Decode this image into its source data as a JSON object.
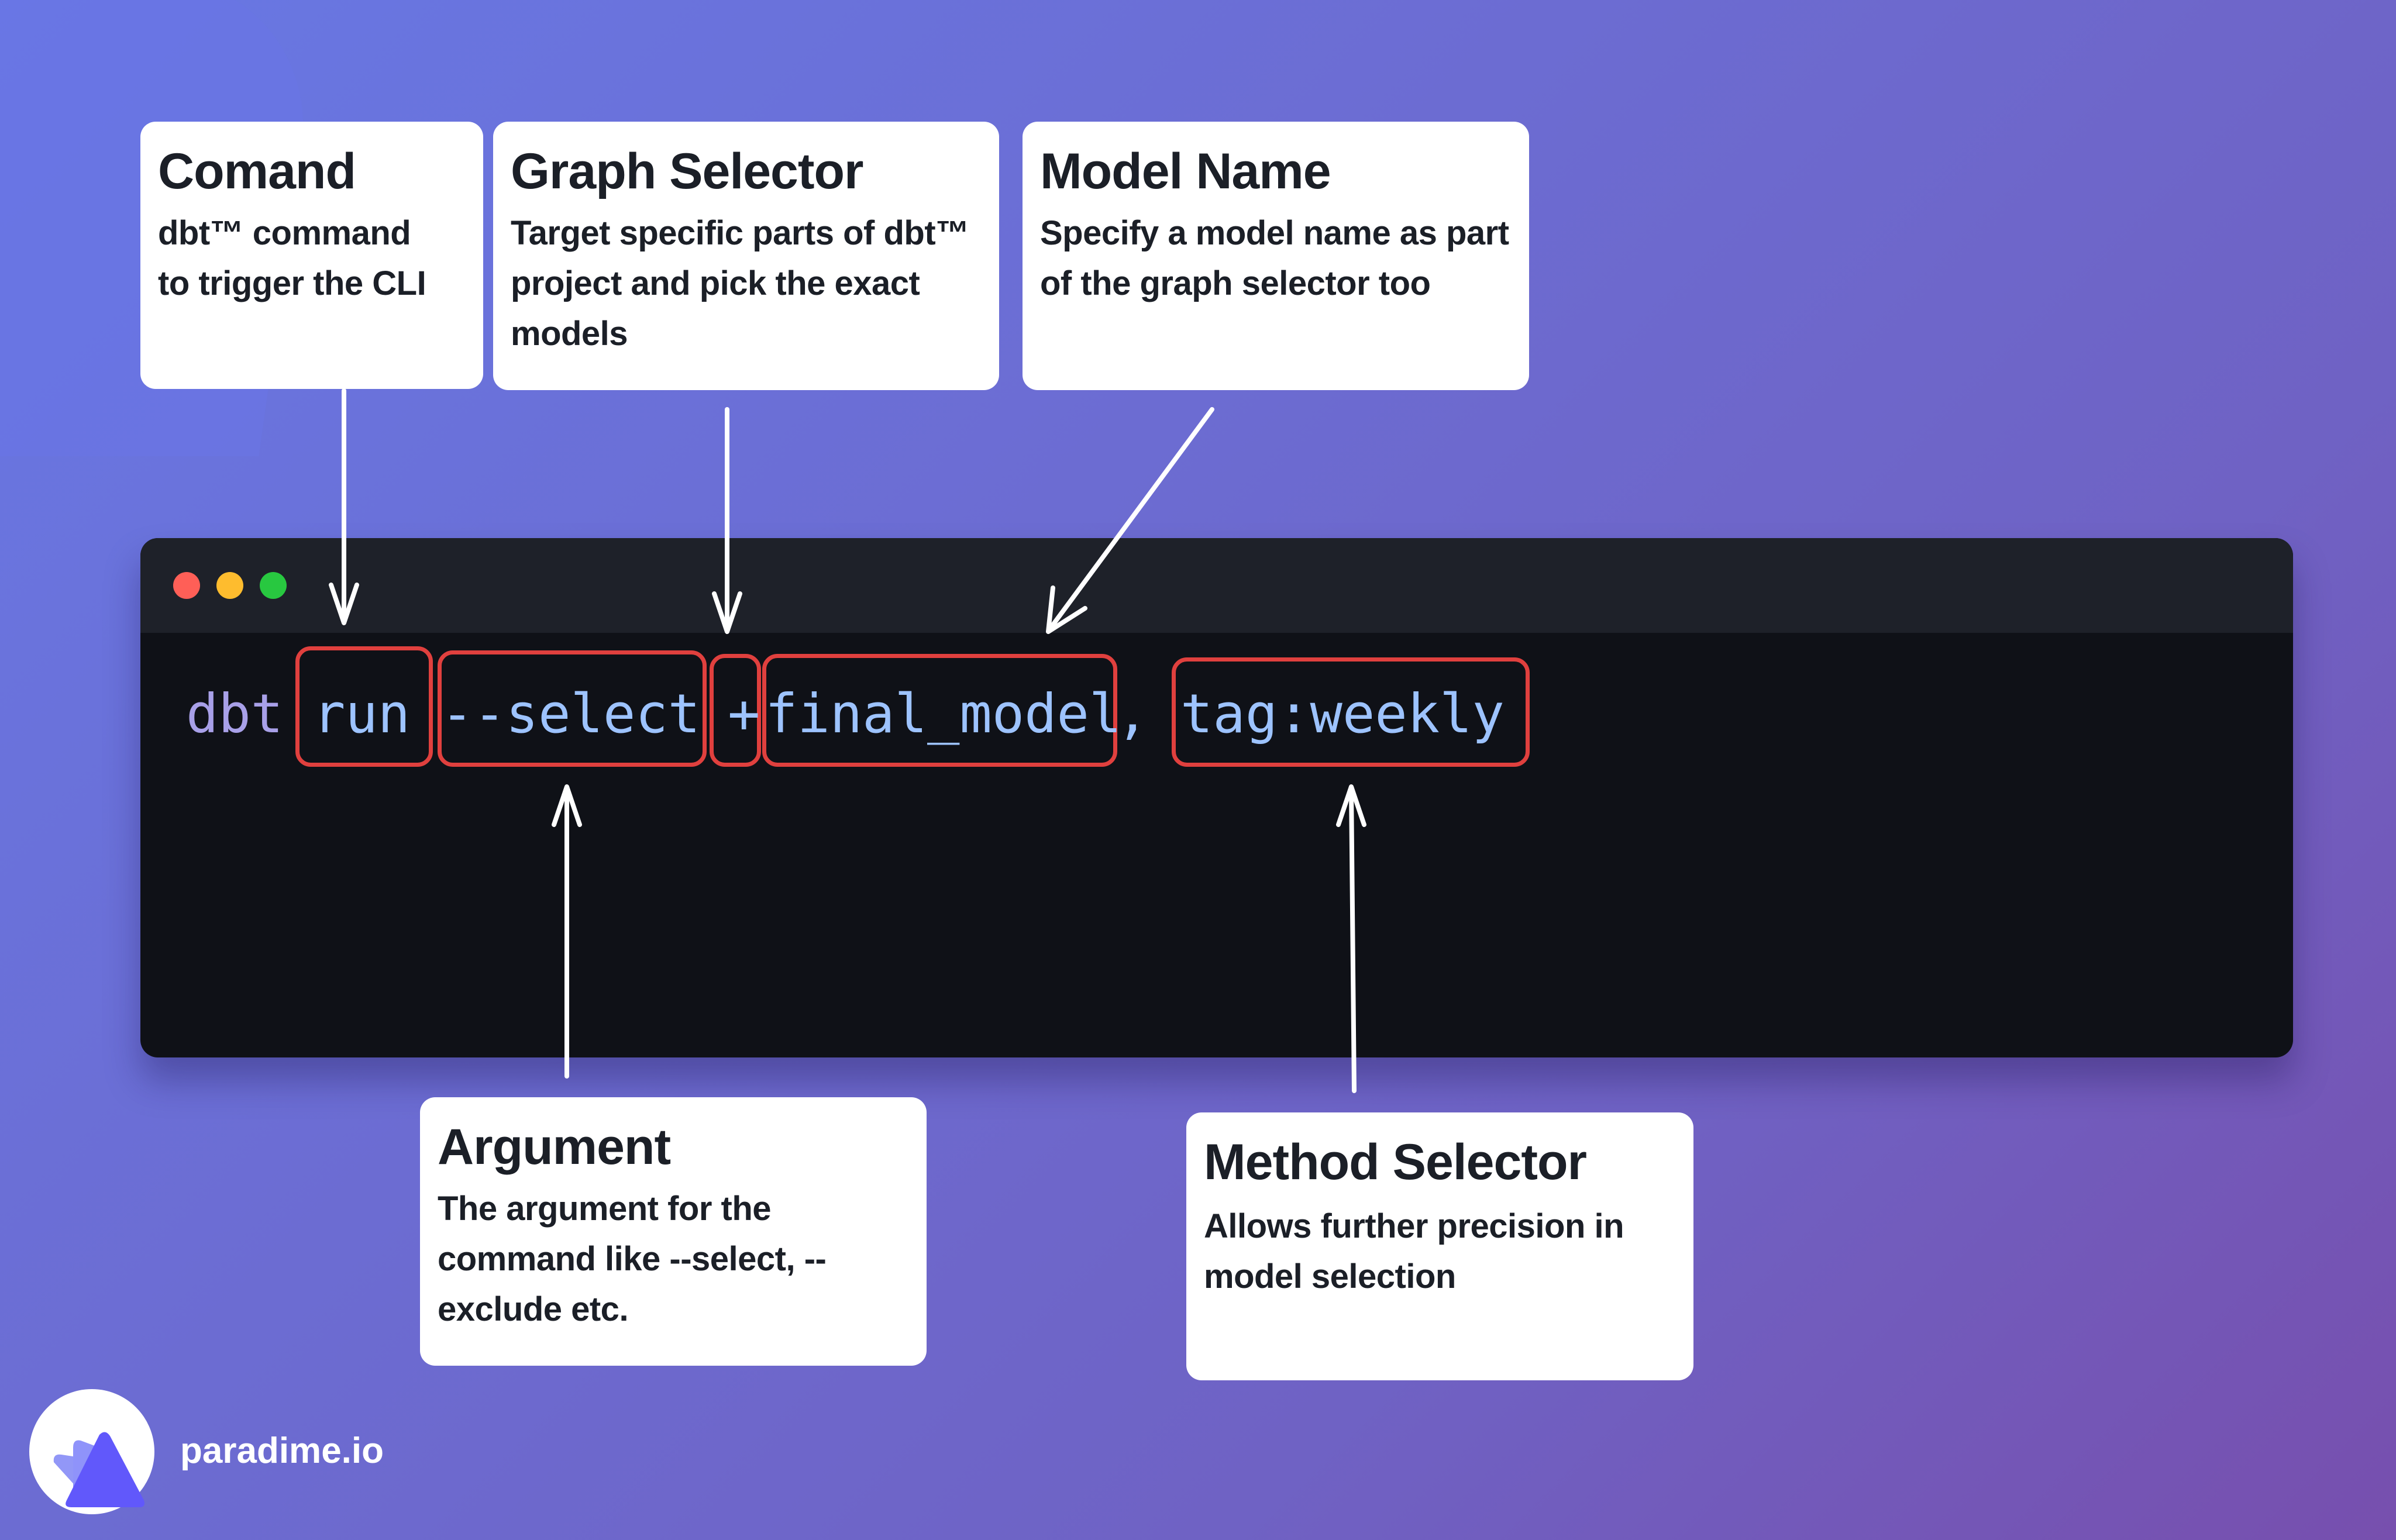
{
  "cards": {
    "command": {
      "title": "Comand",
      "body": "dbt™ command to trigger the CLI"
    },
    "graph_selector": {
      "title": "Graph Selector",
      "body": "Target specific parts of dbt™ project and pick the exact models"
    },
    "model_name": {
      "title": "Model Name",
      "body": "Specify a model name as part of the graph selector too"
    },
    "argument": {
      "title": "Argument",
      "body": "The argument for the command like --select, --exclude etc."
    },
    "method_selector": {
      "title": "Method Selector",
      "body": "Allows further precision in model selection"
    }
  },
  "terminal": {
    "window_dots": [
      "#ff5f57",
      "#febc2e",
      "#28c840"
    ],
    "command_tokens": {
      "dbt": "dbt",
      "run": "run",
      "select": "--select",
      "plus": "+",
      "model": "final_model",
      "comma": ",",
      "tag": "tag:weekly"
    },
    "colors": {
      "dbt": "#a8a0e8",
      "token": "#9dc3ff",
      "highlight": "#e0403e",
      "background": "#0f1117",
      "titlebar": "#1e2129"
    }
  },
  "footer": {
    "brand": "paradime.io",
    "logo_icon": "paradime-triangle-logo"
  }
}
